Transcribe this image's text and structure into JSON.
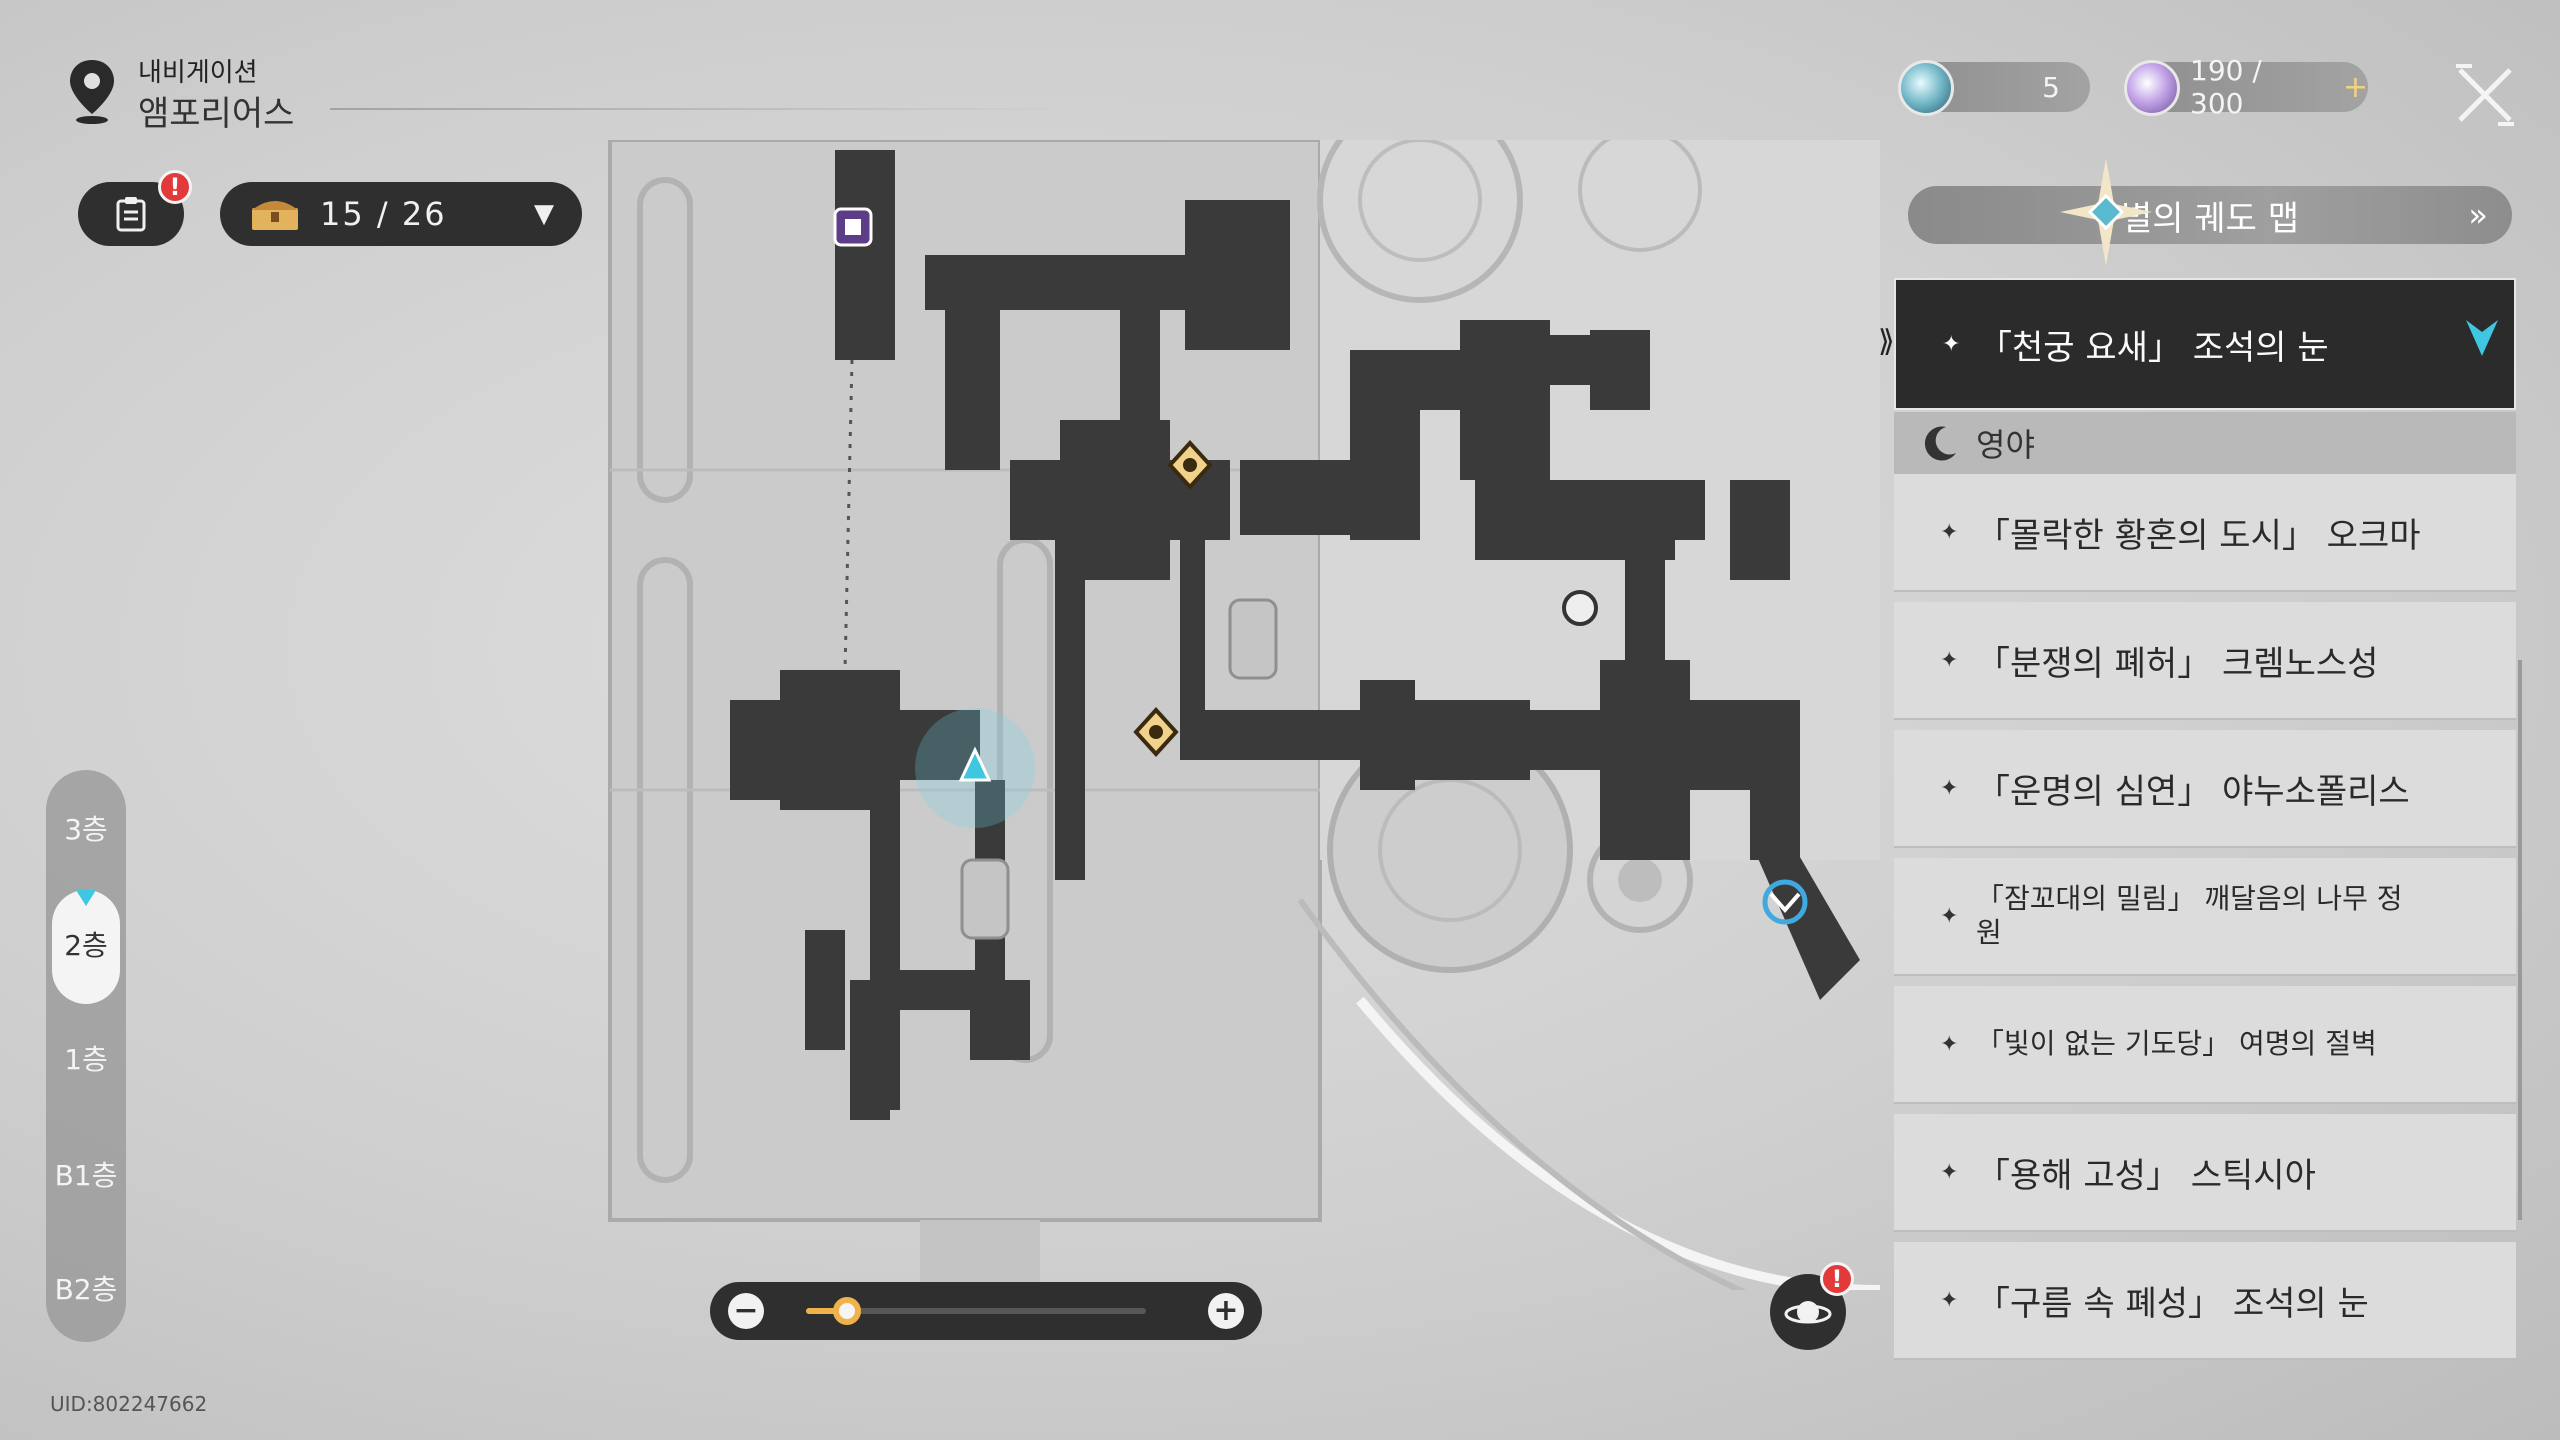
{
  "header": {
    "nav_label": "내비게이션",
    "location": "앰포리어스"
  },
  "toolbar": {
    "mission_alert": "!",
    "chest_count": "15 / 26",
    "caret": "▼"
  },
  "currency": {
    "primary_value": "5",
    "stamina_value": "190 / 300",
    "stamina_plus": "+"
  },
  "floors": [
    {
      "label": "3층"
    },
    {
      "label": "2층",
      "active": true
    },
    {
      "label": "1층"
    },
    {
      "label": "B1층"
    },
    {
      "label": "B2층"
    }
  ],
  "zoom": {
    "minus": "−",
    "plus": "+",
    "level": 0.12
  },
  "planet_alert": "!",
  "uid": "UID:802247662",
  "panel": {
    "title": "별의 궤도 맵",
    "title_chevron": "»",
    "selected_world": "「천궁 요새」 조석의 눈",
    "sub_header": "영야",
    "worlds": [
      "「몰락한 황혼의 도시」 오크마",
      "「분쟁의 폐허」 크렘노스성",
      "「운명의 심연」 야누소폴리스",
      "「잠꼬대의 밀림」 깨달음의 나무 정원",
      "「빛이 없는 기도당」 여명의 절벽",
      "「용해 고성」 스틱시아",
      "「구름 속 폐성」 조석의 눈"
    ],
    "star": "✦"
  },
  "colors": {
    "map_walkable": "#3a3a3a",
    "map_background": "#d4d4d4",
    "accent_gold": "#f0b24a",
    "accent_cyan": "#3fc6e0",
    "alert_red": "#e23a3a"
  }
}
